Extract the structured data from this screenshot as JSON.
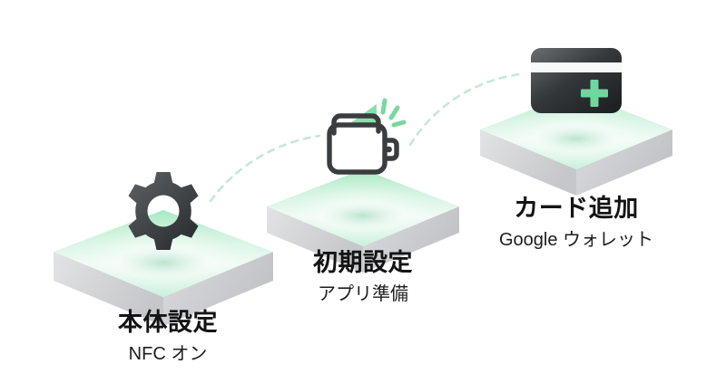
{
  "diagram": {
    "title_semantic": "google-wallet-nfc-setup-flow",
    "background_color": "#ffffff",
    "accent_green": "#8fe3b0",
    "platform_top_green": "#a9e9c3",
    "platform_side_gray": "#d5d6d8",
    "platform_front_gray": "#c9cacd",
    "icon_dark": "#3a3d40",
    "connector_color": "#bfe6cf",
    "text_color": "#141414"
  },
  "steps": [
    {
      "id": "step-1",
      "icon": "gear-icon",
      "icon_label": "設定ギア",
      "title": "本体設定",
      "subtitle": "NFC オン"
    },
    {
      "id": "step-2",
      "icon": "wallet-icon",
      "icon_label": "ウォレット",
      "title": "初期設定",
      "subtitle": "アプリ準備"
    },
    {
      "id": "step-3",
      "icon": "add-card-icon",
      "icon_label": "カード追加",
      "title": "カード追加",
      "subtitle": "Google ウォレット"
    }
  ],
  "connectors": [
    {
      "id": "connector-1-2",
      "from": "step-1",
      "to": "step-2",
      "style": "dashed-arc"
    },
    {
      "id": "connector-2-3",
      "from": "step-2",
      "to": "step-3",
      "style": "dashed-arc"
    }
  ],
  "watermark": {
    "text": ""
  }
}
